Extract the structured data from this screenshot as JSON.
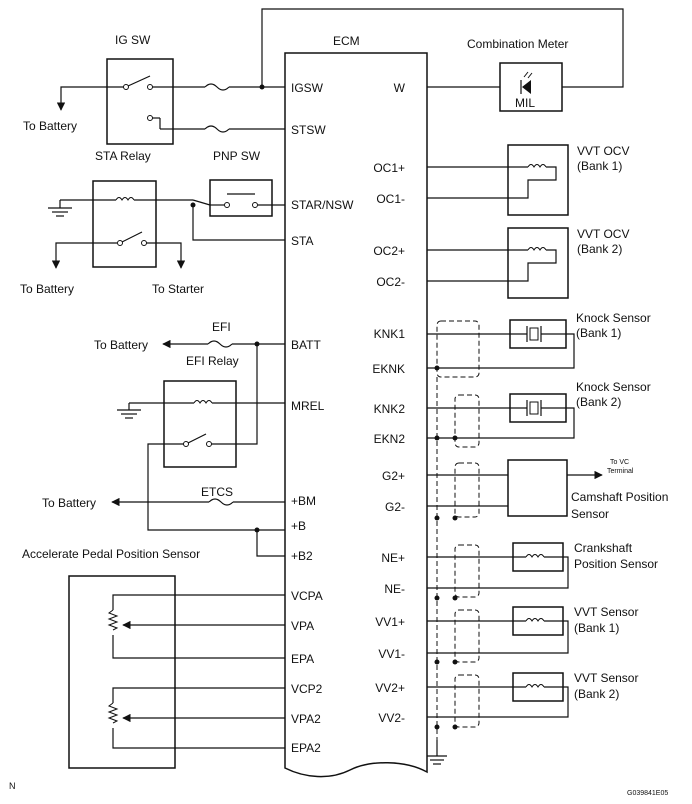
{
  "ecm": {
    "title": "ECM",
    "left_pins": [
      "IGSW",
      "STSW",
      "STAR/NSW",
      "STA",
      "BATT",
      "MREL",
      "+BM",
      "+B",
      "+B2",
      "VCPA",
      "VPA",
      "EPA",
      "VCP2",
      "VPA2",
      "EPA2"
    ],
    "right_pins": [
      "W",
      "OC1+",
      "OC1-",
      "OC2+",
      "OC2-",
      "KNK1",
      "EKNK",
      "KNK2",
      "EKN2",
      "G2+",
      "G2-",
      "NE+",
      "NE-",
      "VV1+",
      "VV1-",
      "VV2+",
      "VV2-"
    ]
  },
  "labels": {
    "ig_sw": "IG SW",
    "to_battery_1": "To Battery",
    "sta_relay": "STA Relay",
    "pnp_sw": "PNP SW",
    "to_battery_2": "To Battery",
    "to_starter": "To Starter",
    "efi": "EFI",
    "to_battery_3": "To Battery",
    "efi_relay": "EFI Relay",
    "etcs": "ETCS",
    "to_battery_4": "To Battery",
    "accel_sensor": "Accelerate Pedal Position Sensor",
    "combination_meter": "Combination Meter",
    "mil": "MIL",
    "vvt_ocv_1": [
      "VVT OCV",
      "(Bank 1)"
    ],
    "vvt_ocv_2": [
      "VVT OCV",
      "(Bank 2)"
    ],
    "knock_1": [
      "Knock Sensor",
      "(Bank 1)"
    ],
    "knock_2": [
      "Knock Sensor",
      "(Bank 2)"
    ],
    "to_vc": [
      "To VC",
      "Terminal"
    ],
    "camshaft": [
      "Camshaft Position",
      "Sensor"
    ],
    "crankshaft": [
      "Crankshaft",
      "Position Sensor"
    ],
    "vvt_sensor_1": [
      "VVT Sensor",
      "(Bank 1)"
    ],
    "vvt_sensor_2": [
      "VVT Sensor",
      "(Bank 2)"
    ]
  },
  "footer": {
    "left_mark": "N",
    "code": "G039841E05"
  }
}
